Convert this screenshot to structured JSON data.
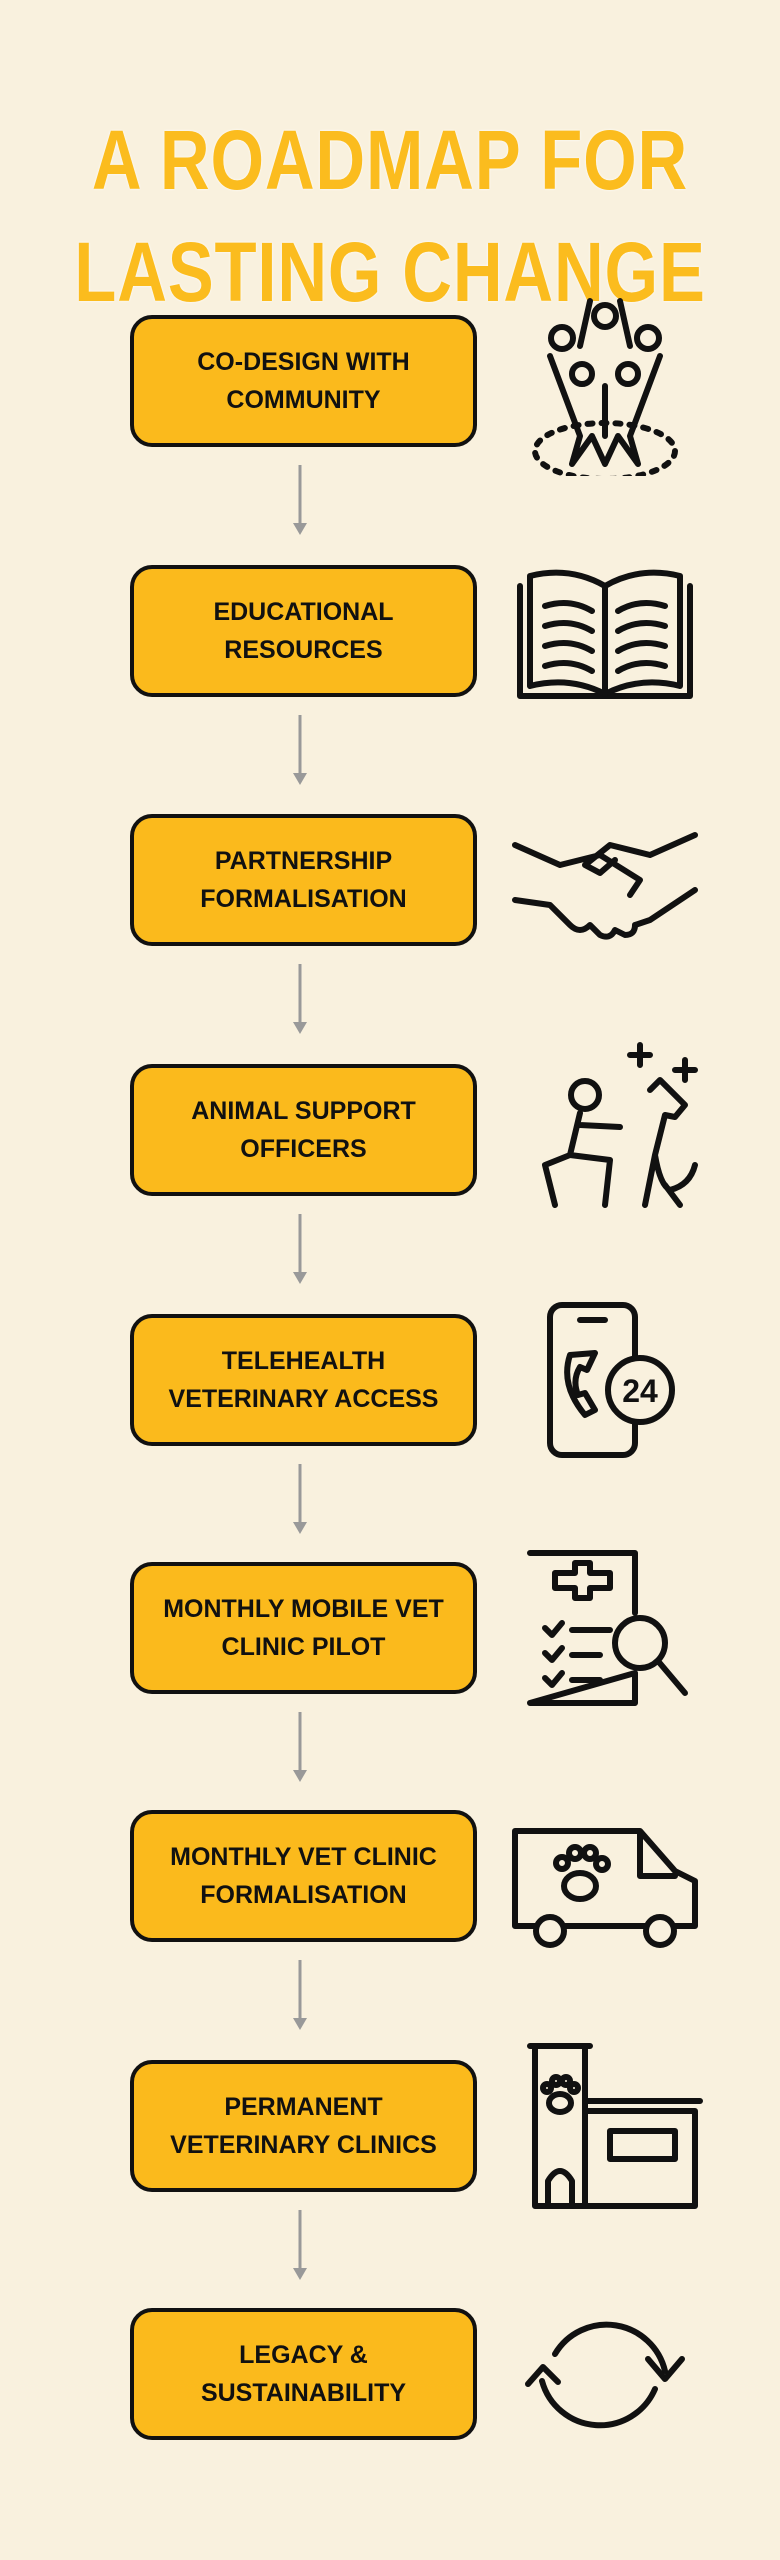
{
  "title": {
    "line1": "A ROADMAP FOR",
    "line2": "LASTING CHANGE"
  },
  "colors": {
    "background": "#F9F1DE",
    "accent": "#FBBA1C",
    "arrow": "#999999"
  },
  "steps": [
    {
      "label": "CO-DESIGN WITH\nCOMMUNITY",
      "icon": "community-people-icon"
    },
    {
      "label": "EDUCATIONAL\nRESOURCES",
      "icon": "open-book-icon"
    },
    {
      "label": "PARTNERSHIP\nFORMALISATION",
      "icon": "handshake-icon"
    },
    {
      "label": "ANIMAL SUPPORT\nOFFICERS",
      "icon": "person-with-dog-icon"
    },
    {
      "label": "TELEHEALTH\nVETERINARY ACCESS",
      "icon": "phone-24-icon"
    },
    {
      "label": "MONTHLY MOBILE VET\nCLINIC PILOT",
      "icon": "medical-report-icon"
    },
    {
      "label": "MONTHLY VET CLINIC\nFORMALISATION",
      "icon": "vet-van-icon"
    },
    {
      "label": "PERMANENT\nVETERINARY CLINICS",
      "icon": "vet-building-icon"
    },
    {
      "label": "LEGACY &\nSUSTAINABILITY",
      "icon": "cycle-arrows-icon"
    }
  ],
  "icons": {
    "phone_24_text": "24"
  }
}
